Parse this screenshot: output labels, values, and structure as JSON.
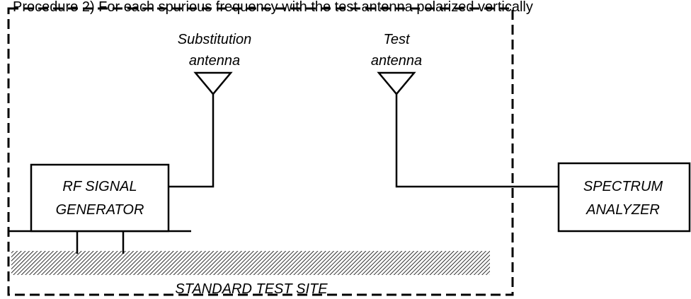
{
  "header_fragment": "Procedure 2) For each spurious frequency with the test antenna polarized vertically",
  "labels": {
    "substitution_antenna_line1": "Substitution",
    "substitution_antenna_line2": "antenna",
    "test_antenna_line1": "Test",
    "test_antenna_line2": "antenna",
    "rf_signal_generator_line1": "RF SIGNAL",
    "rf_signal_generator_line2": "GENERATOR",
    "spectrum_analyzer_line1": "SPECTRUM",
    "spectrum_analyzer_line2": "ANALYZER",
    "test_site": "STANDARD TEST SITE"
  }
}
